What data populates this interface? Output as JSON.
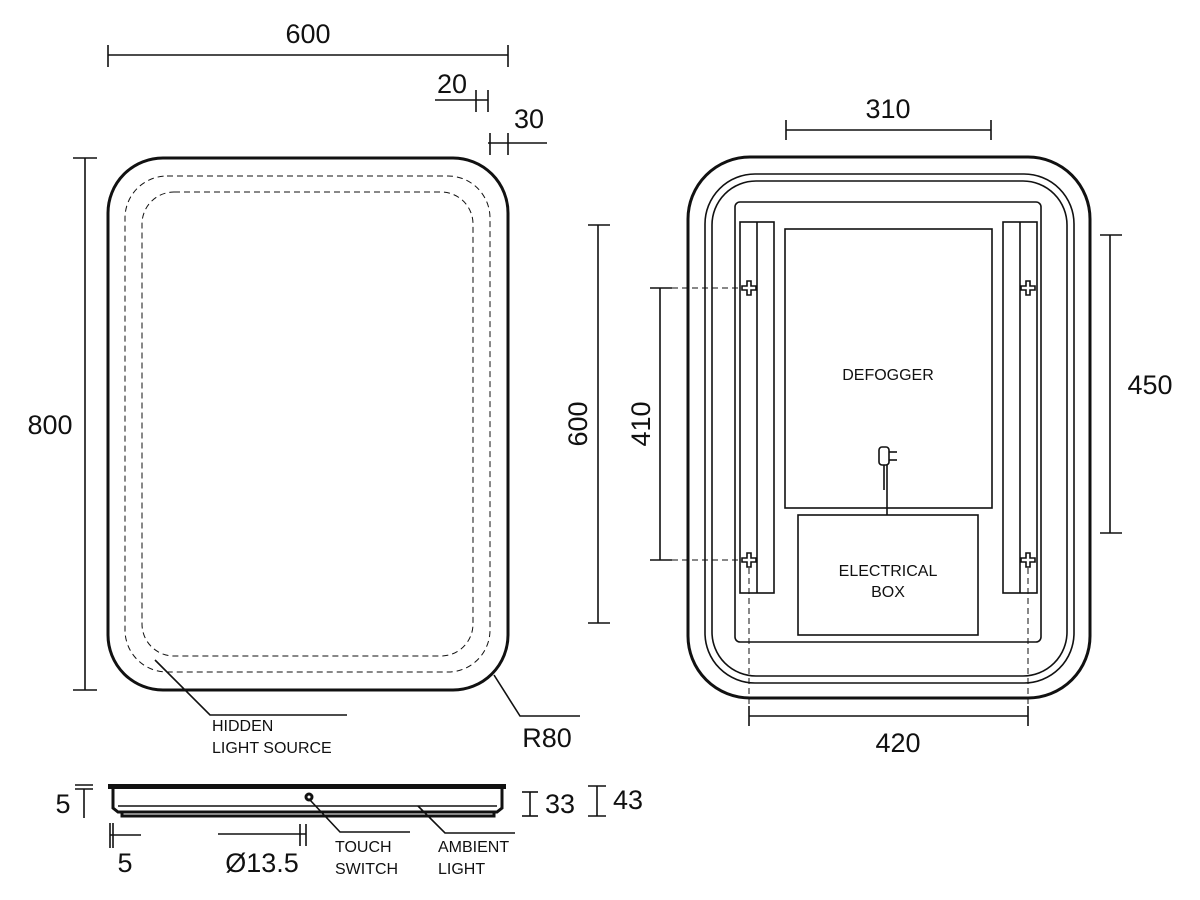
{
  "front_view": {
    "width_dim": "600",
    "height_dim": "800",
    "radius_dim": "R80",
    "inset_dim_1": "20",
    "inset_dim_2": "30",
    "hidden_light_label_1": "HIDDEN",
    "hidden_light_label_2": "LIGHT SOURCE"
  },
  "back_view": {
    "top_dim": "310",
    "bottom_dim": "420",
    "rail_height_dim": "600",
    "screw_spacing_dim": "410",
    "defogger_height_dim": "450",
    "defogger_label": "DEFOGGER",
    "electrical_box_label_1": "ELECTRICAL",
    "electrical_box_label_2": "BOX"
  },
  "side_view": {
    "top_lip_dim": "5",
    "side_inset_dim": "5",
    "switch_diameter_dim": "Ø13.5",
    "body_depth_dim": "33",
    "total_depth_dim": "43",
    "touch_switch_label_1": "TOUCH",
    "touch_switch_label_2": "SWITCH",
    "ambient_light_label_1": "AMBIENT",
    "ambient_light_label_2": "LIGHT"
  }
}
